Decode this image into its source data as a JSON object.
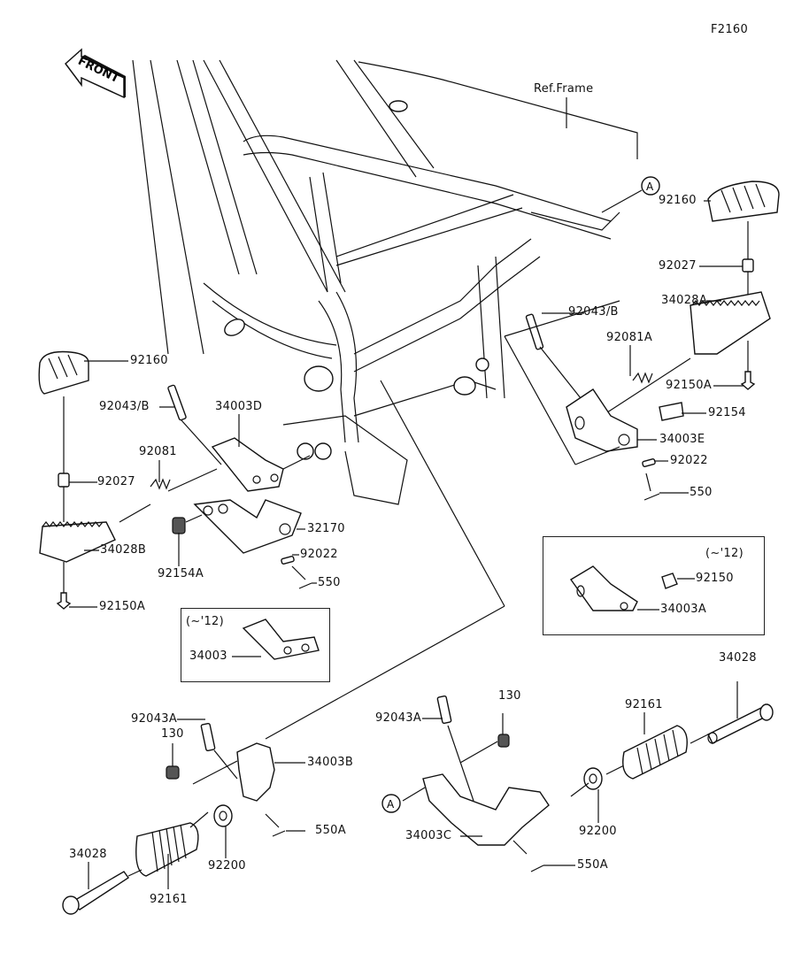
{
  "figure_code": "F2160",
  "front_indicator": "FRONT",
  "reference": "Ref.Frame",
  "marker_a": "A",
  "insets": [
    {
      "note": "(~'12)",
      "parts": [
        "92150",
        "34003A"
      ]
    },
    {
      "note": "(~'12)",
      "parts": [
        "34003"
      ]
    }
  ],
  "labels": {
    "right_92160": "92160",
    "right_92027": "92027",
    "right_34028A": "34028A",
    "right_92043B": "92043/B",
    "right_92081A": "92081A",
    "right_92150A": "92150A",
    "right_92154": "92154",
    "right_34003E": "34003E",
    "right_92022": "92022",
    "right_550": "550",
    "inset_right_note": "(~'12)",
    "inset_right_92150": "92150",
    "inset_right_34003A": "34003A",
    "left_92160": "92160",
    "left_92043B": "92043/B",
    "left_34003D": "34003D",
    "left_92081": "92081",
    "left_92027": "92027",
    "left_32170": "32170",
    "left_34028B": "34028B",
    "left_92154A": "92154A",
    "left_92022": "92022",
    "left_550": "550",
    "left_92150A": "92150A",
    "inset_left_note": "(~'12)",
    "inset_left_34003": "34003",
    "bl_92043A": "92043A",
    "bl_130": "130",
    "bl_34003B": "34003B",
    "bl_550A": "550A",
    "bl_92200": "92200",
    "bl_34028": "34028",
    "bl_92161": "92161",
    "br_92043A": "92043A",
    "br_130": "130",
    "br_34003C": "34003C",
    "br_550A": "550A",
    "br_92200": "92200",
    "br_92161": "92161",
    "br_34028": "34028"
  }
}
